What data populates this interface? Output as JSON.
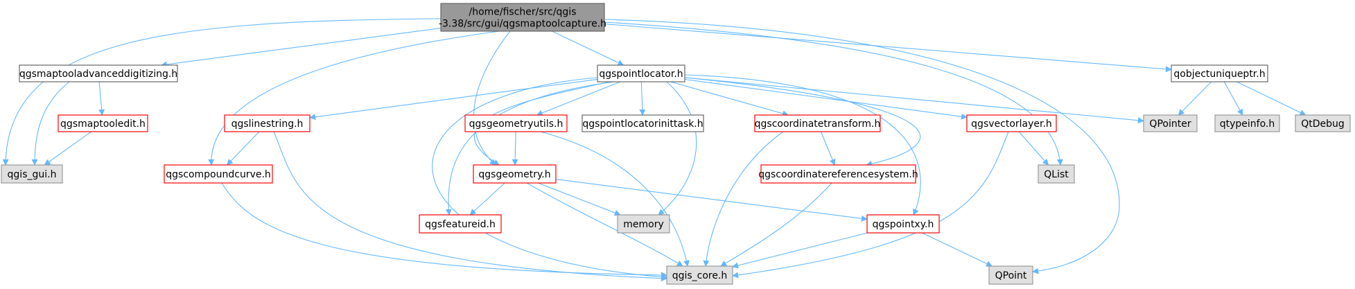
{
  "colors": {
    "edge": "#63b8ff",
    "root_fill": "#999999",
    "root_border": "#666666",
    "normal_fill": "#ffffff",
    "normal_border": "#666666",
    "red_fill": "#ffffff",
    "red_border": "#ff0000",
    "ext_fill": "#e0e0e0",
    "ext_border": "#999999",
    "text": "#000000"
  },
  "nodes": {
    "root": {
      "lines": [
        "/home/fischer/src/qgis",
        "-3.38/src/gui/qgsmaptoolcapture.h"
      ],
      "style": "root"
    },
    "qgsmaptooladvanceddigitizing": {
      "lines": [
        "qgsmaptooladvanceddigitizing.h"
      ],
      "style": "normal"
    },
    "qgspointlocator": {
      "lines": [
        "qgspointlocator.h"
      ],
      "style": "normal"
    },
    "qobjectuniqueptr": {
      "lines": [
        "qobjectuniqueptr.h"
      ],
      "style": "normal"
    },
    "qgsmaptooledit": {
      "lines": [
        "qgsmaptooledit.h"
      ],
      "style": "red"
    },
    "qgis_gui": {
      "lines": [
        "qgis_gui.h"
      ],
      "style": "ext"
    },
    "qgslinestring": {
      "lines": [
        "qgslinestring.h"
      ],
      "style": "red"
    },
    "qgscompoundcurve": {
      "lines": [
        "qgscompoundcurve.h"
      ],
      "style": "red"
    },
    "qgsgeometryutils": {
      "lines": [
        "qgsgeometryutils.h"
      ],
      "style": "red"
    },
    "qgspointlocatorinittask": {
      "lines": [
        "qgspointlocatorinittask.h"
      ],
      "style": "normal"
    },
    "qgscoordinatetransform": {
      "lines": [
        "qgscoordinatetransform.h"
      ],
      "style": "red"
    },
    "qgsvectorlayer": {
      "lines": [
        "qgsvectorlayer.h"
      ],
      "style": "red"
    },
    "qpointer": {
      "lines": [
        "QPointer"
      ],
      "style": "ext"
    },
    "qtypeinfo": {
      "lines": [
        "qtypeinfo.h"
      ],
      "style": "ext"
    },
    "qtdebug": {
      "lines": [
        "QtDebug"
      ],
      "style": "ext"
    },
    "qgsgeometry": {
      "lines": [
        "qgsgeometry.h"
      ],
      "style": "red"
    },
    "qgscoordinatereferencesystem": {
      "lines": [
        "qgscoordinatereferencesystem.h"
      ],
      "style": "red"
    },
    "qlist": {
      "lines": [
        "QList"
      ],
      "style": "ext"
    },
    "qgsfeatureid": {
      "lines": [
        "qgsfeatureid.h"
      ],
      "style": "red"
    },
    "memory": {
      "lines": [
        "memory"
      ],
      "style": "ext"
    },
    "qgspointxy": {
      "lines": [
        "qgspointxy.h"
      ],
      "style": "red"
    },
    "qgis_core": {
      "lines": [
        "qgis_core.h"
      ],
      "style": "ext"
    },
    "qpoint": {
      "lines": [
        "QPoint"
      ],
      "style": "ext"
    }
  },
  "edges": [
    [
      "root",
      "qgsmaptooladvanceddigitizing"
    ],
    [
      "root",
      "qgis_gui"
    ],
    [
      "root",
      "qgspointlocator"
    ],
    [
      "root",
      "qobjectuniqueptr"
    ],
    [
      "root",
      "qgscompoundcurve"
    ],
    [
      "root",
      "qgsgeometry"
    ],
    [
      "root",
      "qlist"
    ],
    [
      "root",
      "qpoint"
    ],
    [
      "qgsmaptooladvanceddigitizing",
      "qgis_gui"
    ],
    [
      "qgsmaptooladvanceddigitizing",
      "qgsmaptooledit"
    ],
    [
      "qgsmaptooledit",
      "qgis_gui"
    ],
    [
      "qgspointlocator",
      "qgslinestring"
    ],
    [
      "qgspointlocator",
      "qgsgeometryutils"
    ],
    [
      "qgspointlocator",
      "qgspointlocatorinittask"
    ],
    [
      "qgspointlocator",
      "qgscoordinatetransform"
    ],
    [
      "qgspointlocator",
      "qgsvectorlayer"
    ],
    [
      "qgspointlocator",
      "qpointer"
    ],
    [
      "qgspointlocator",
      "qgsgeometry"
    ],
    [
      "qgspointlocator",
      "qgsfeatureid"
    ],
    [
      "qgspointlocator",
      "memory"
    ],
    [
      "qgspointlocator",
      "qgis_core"
    ],
    [
      "qgspointlocator",
      "qgscoordinatereferencesystem"
    ],
    [
      "qgspointlocator",
      "qgspointxy"
    ],
    [
      "qobjectuniqueptr",
      "qpointer"
    ],
    [
      "qobjectuniqueptr",
      "qtypeinfo"
    ],
    [
      "qobjectuniqueptr",
      "qtdebug"
    ],
    [
      "qgslinestring",
      "qgscompoundcurve"
    ],
    [
      "qgslinestring",
      "qgis_core"
    ],
    [
      "qgscompoundcurve",
      "qgis_core"
    ],
    [
      "qgsgeometryutils",
      "qgsgeometry"
    ],
    [
      "qgsgeometryutils",
      "qgis_core"
    ],
    [
      "qgscoordinatetransform",
      "qgscoordinatereferencesystem"
    ],
    [
      "qgscoordinatetransform",
      "qgis_core"
    ],
    [
      "qgsvectorlayer",
      "qlist"
    ],
    [
      "qgsvectorlayer",
      "qgis_core"
    ],
    [
      "qgsgeometry",
      "qgsfeatureid"
    ],
    [
      "qgsgeometry",
      "memory"
    ],
    [
      "qgsgeometry",
      "qgis_core"
    ],
    [
      "qgsgeometry",
      "qgspointxy"
    ],
    [
      "qgscoordinatereferencesystem",
      "qgis_core"
    ],
    [
      "qgspointxy",
      "qgis_core"
    ],
    [
      "qgspointxy",
      "qpoint"
    ]
  ]
}
